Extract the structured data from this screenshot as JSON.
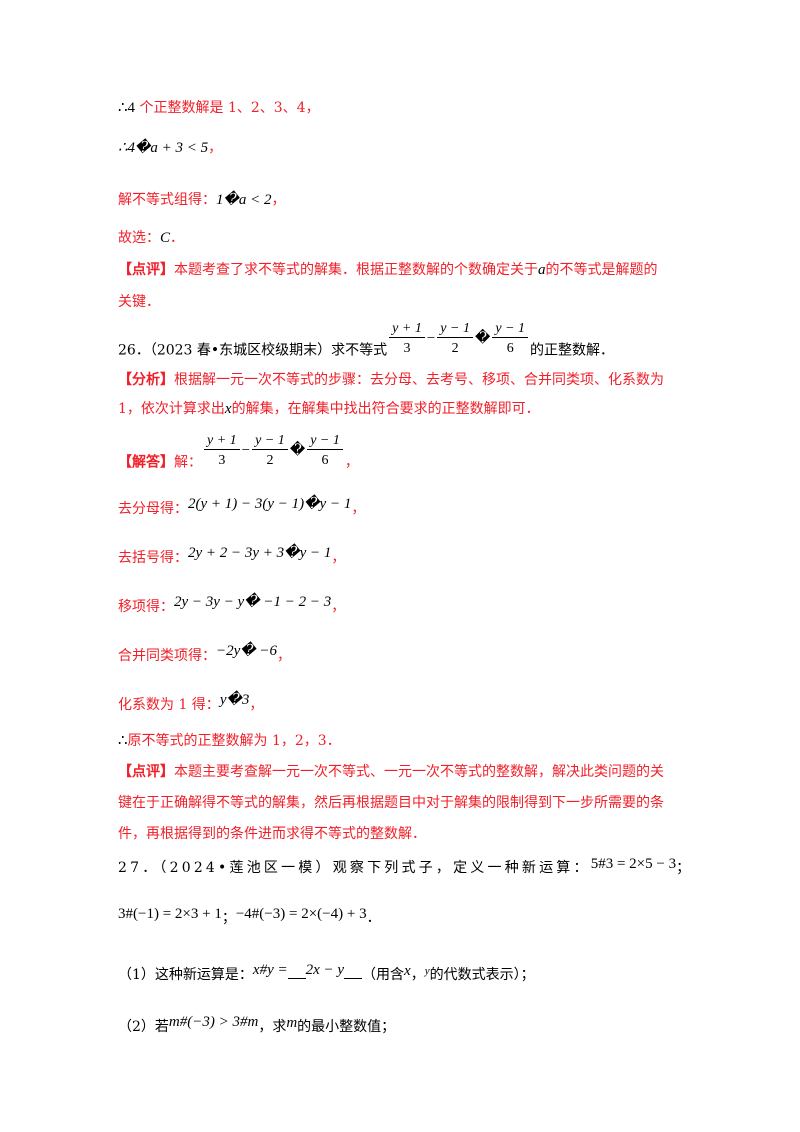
{
  "l1": {
    "therefore": "∴4",
    "text": " 个正整数解是 1、2、3、4，"
  },
  "l2": {
    "math": "∴4�a + 3 < 5",
    "comma": "，"
  },
  "l3": {
    "label": "解不等式组得：",
    "math": "1�a < 2",
    "comma": "，"
  },
  "l4": {
    "label": "故选：",
    "math": "C",
    "end": "．"
  },
  "l5": {
    "tag": "【点评】",
    "text": "本题考查了求不等式的解集．根据正整数解的个数确定关于",
    "var": "a",
    "text2": "的不等式是解题的",
    "line2": "关键．"
  },
  "q26": {
    "num": "26．（2023 春•东城区校级期末）求不等式",
    "f1n": "y + 1",
    "f1d": "3",
    "minus": "−",
    "f2n": "y − 1",
    "f2d": "2",
    "rel": "�",
    "f3n": "y − 1",
    "f3d": "6",
    "end": "的正整数解．"
  },
  "analysis": {
    "tag": "【分析】",
    "text": "根据解一元一次不等式的步骤：去分母、去考号、移项、合并同类项、化系数为",
    "line2a": "1，依次计算求出",
    "var": "x",
    "line2b": "的解集，在解集中找出符合要求的正整数解即可．"
  },
  "answer": {
    "tag": "【解答】",
    "label": "解：",
    "comma": "，"
  },
  "steps": [
    {
      "label": "去分母得：",
      "math": "2(y + 1) − 3(y − 1)�y − 1",
      "comma": "，"
    },
    {
      "label": "去括号得：",
      "math": "2y + 2 − 3y + 3�y − 1",
      "comma": "，"
    },
    {
      "label": "移项得：",
      "math": "2y − 3y − y� −1 − 2 − 3",
      "comma": "，"
    },
    {
      "label": "合并同类项得：",
      "math": "−2y� −6",
      "comma": "，"
    },
    {
      "label": "化系数为 1 得：",
      "math": "y�3",
      "comma": "，"
    }
  ],
  "conclusion": {
    "therefore": "∴",
    "text": "原不等式的正整数解为 1，2，3．"
  },
  "review2": {
    "tag": "【点评】",
    "line1": "本题主要考查解一元一次不等式、一元一次不等式的整数解，解决此类问题的关",
    "line2": "键在于正确解得不等式的解集，然后再根据题目中对于解集的限制得到下一步所需要的条",
    "line3": "件，再根据得到的条件进而求得不等式的整数解．"
  },
  "q27": {
    "num": "27．（2024•莲池区一模）观察下列式子，定义一种新运算：",
    "math1": "5#3 = 2×5 − 3",
    "semi": "；",
    "math2": "3#(−1) = 2×3 + 1",
    "math3": "−4#(−3) = 2×(−4) + 3",
    "end": "．"
  },
  "p1": {
    "label": "（1）这种新运算是：",
    "math": "x#y =",
    "answer": "2x − y",
    "hint1": "（用含",
    "x": "x",
    "sep": "，",
    "y": "y",
    "hint2": "的代数式表示）；"
  },
  "p2": {
    "label": "（2）若",
    "math": "m#(−3) > 3#m",
    "text": "，求",
    "var": "m",
    "text2": "的最小整数值；"
  }
}
